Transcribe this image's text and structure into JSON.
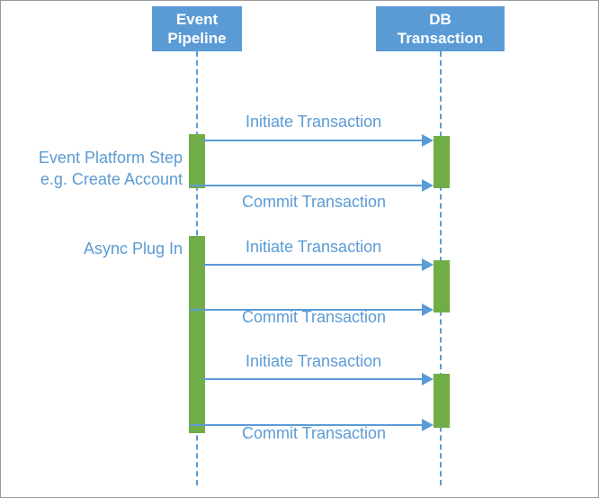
{
  "diagram": {
    "type": "sequence-diagram",
    "title": "Event Pipeline / DB Transaction sequence",
    "colors": {
      "participant_fill": "#5B9BD5",
      "participant_text": "#FFFFFF",
      "activation_fill": "#70AD47",
      "line": "#5B9BD5",
      "label_text": "#5B9BD5",
      "canvas": "#FFFFFF",
      "border": "#9A9A9A"
    },
    "participants": [
      {
        "id": "event-pipeline",
        "label": "Event\nPipeline"
      },
      {
        "id": "db-transaction",
        "label": "DB\nTransaction"
      }
    ],
    "side_labels": [
      {
        "id": "event-platform-step",
        "label": "Event Platform Step\ne.g. Create Account"
      },
      {
        "id": "async-plug-in",
        "label": "Async Plug In"
      }
    ],
    "messages": [
      {
        "id": "initiate-1",
        "label": "Initiate Transaction",
        "from": "event-pipeline",
        "to": "db-transaction",
        "direction": "right"
      },
      {
        "id": "commit-1",
        "label": "Commit Transaction",
        "from": "event-pipeline",
        "to": "db-transaction",
        "direction": "right"
      },
      {
        "id": "initiate-2",
        "label": "Initiate Transaction",
        "from": "event-pipeline",
        "to": "db-transaction",
        "direction": "right"
      },
      {
        "id": "commit-2",
        "label": "Commit Transaction",
        "from": "event-pipeline",
        "to": "db-transaction",
        "direction": "right"
      },
      {
        "id": "initiate-3",
        "label": "Initiate Transaction",
        "from": "event-pipeline",
        "to": "db-transaction",
        "direction": "right"
      },
      {
        "id": "commit-3",
        "label": "Commit Transaction",
        "from": "event-pipeline",
        "to": "db-transaction",
        "direction": "right"
      }
    ]
  }
}
